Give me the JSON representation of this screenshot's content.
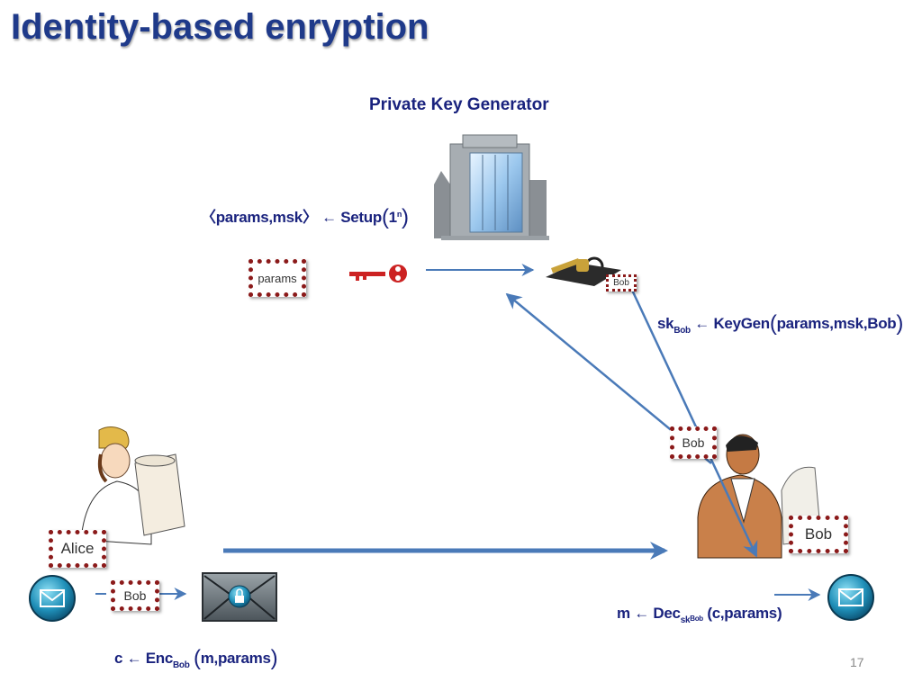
{
  "slide": {
    "title": "Identity-based enryption",
    "page_number": "17"
  },
  "pkg": {
    "label": "Private Key Generator"
  },
  "tags": {
    "params": "params",
    "bob_pkg": "Bob",
    "bob_request": "Bob",
    "bob_user": "Bob",
    "alice": "Alice",
    "bob_sender": "Bob"
  },
  "formulas": {
    "setup": {
      "open": "〈",
      "args": "params,msk",
      "close": "〉",
      "arrow": "←",
      "fn": "Setup",
      "lparen": "(",
      "arg": "1",
      "sup": "n",
      "rparen": ")"
    },
    "keygen": {
      "lhs": "sk",
      "lhs_sub": "Bob",
      "arrow": "←",
      "fn": "KeyGen",
      "lparen": "(",
      "args": "params,msk,Bob",
      "rparen": ")"
    },
    "enc": {
      "lhs": "c",
      "arrow": "←",
      "fn": "Enc",
      "fn_sub": "Bob",
      "lparen": "(",
      "args": "m,params",
      "rparen": ")"
    },
    "dec": {
      "lhs": "m",
      "arrow": "←",
      "fn": "Dec",
      "fn_sub": "sk",
      "fn_subsub": "Bob",
      "args": "(c,params)"
    }
  },
  "colors": {
    "title": "#1f3a8a",
    "formula": "#1a237e",
    "arrow": "#4a7ab8",
    "tag_border": "#8b1a1a",
    "key": "#cc2222"
  }
}
